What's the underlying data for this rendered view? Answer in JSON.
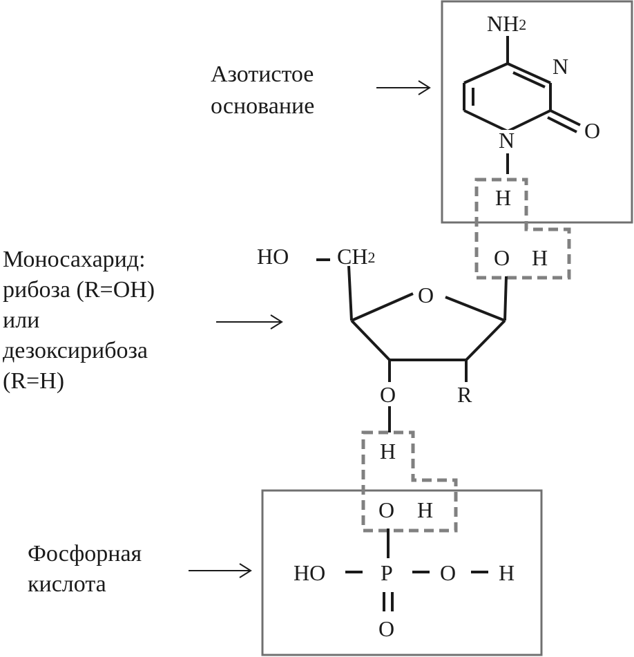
{
  "labels": {
    "base_line1": "Азотистое",
    "base_line2": "основание",
    "sugar_line1": "Моносахарид:",
    "sugar_line2": "рибоза (R=OH)",
    "sugar_line3": "или",
    "sugar_line4": "дезоксирибоза",
    "sugar_line5": "(R=H)",
    "phosphate_line1": "Фосфорная",
    "phosphate_line2": "кислота"
  },
  "base": {
    "nh": "NH",
    "nh_sub": "2",
    "n_ring": "N",
    "o": "O",
    "n1": "N",
    "h": "H"
  },
  "sugar": {
    "ho": "HO",
    "ch": "CH",
    "ch_sub": "2",
    "ring_o": "O",
    "oh_o": "O",
    "oh_h": "H",
    "o3": "O",
    "r": "R",
    "h3": "H"
  },
  "phosphate": {
    "o_top": "O",
    "h_top": "H",
    "ho_left": "HO",
    "p": "P",
    "o_right": "O",
    "h_right": "H",
    "o_bottom": "O"
  }
}
